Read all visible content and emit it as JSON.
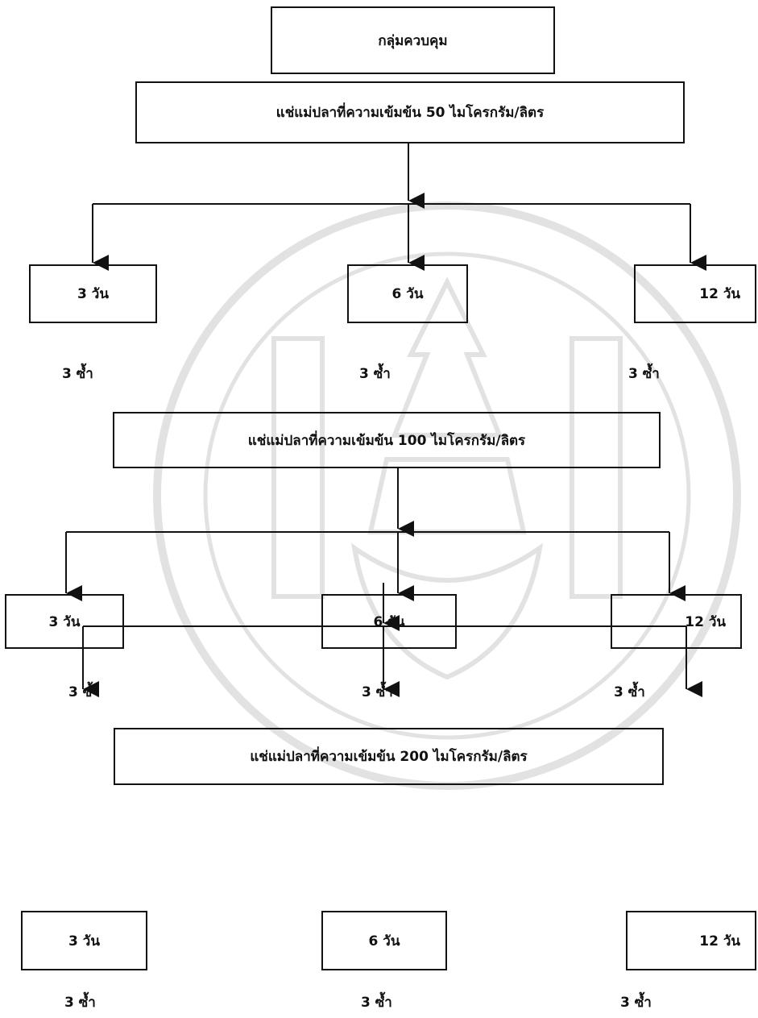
{
  "control_label": "กลุ่มควบคุม",
  "stages": [
    {
      "soak_label": "แช่แม่ปลาที่ความเข้มข้น 50 ไมโครกรัม/ลิตร",
      "durations": [
        "3 วัน",
        "6 วัน",
        "12 วัน"
      ],
      "replicates": [
        "3 ซ้ำ",
        "3 ซ้ำ",
        "3 ซ้ำ"
      ]
    },
    {
      "soak_label": "แช่แม่ปลาที่ความเข้มข้น 100 ไมโครกรัม/ลิตร",
      "durations": [
        "3 วัน",
        "6 วัน",
        "12 วัน"
      ],
      "replicates": [
        "3 ซ้ำ",
        "3 ซ้ำ",
        "3 ซ้ำ"
      ]
    },
    {
      "soak_label": "แช่แม่ปลาที่ความเข้มข้น 200 ไมโครกรัม/ลิตร",
      "durations": [
        "3 วัน",
        "6 วัน",
        "12 วัน"
      ],
      "replicates": [
        "3 ซ้ำ",
        "3 ซ้ำ",
        "3 ซ้ำ"
      ]
    }
  ]
}
